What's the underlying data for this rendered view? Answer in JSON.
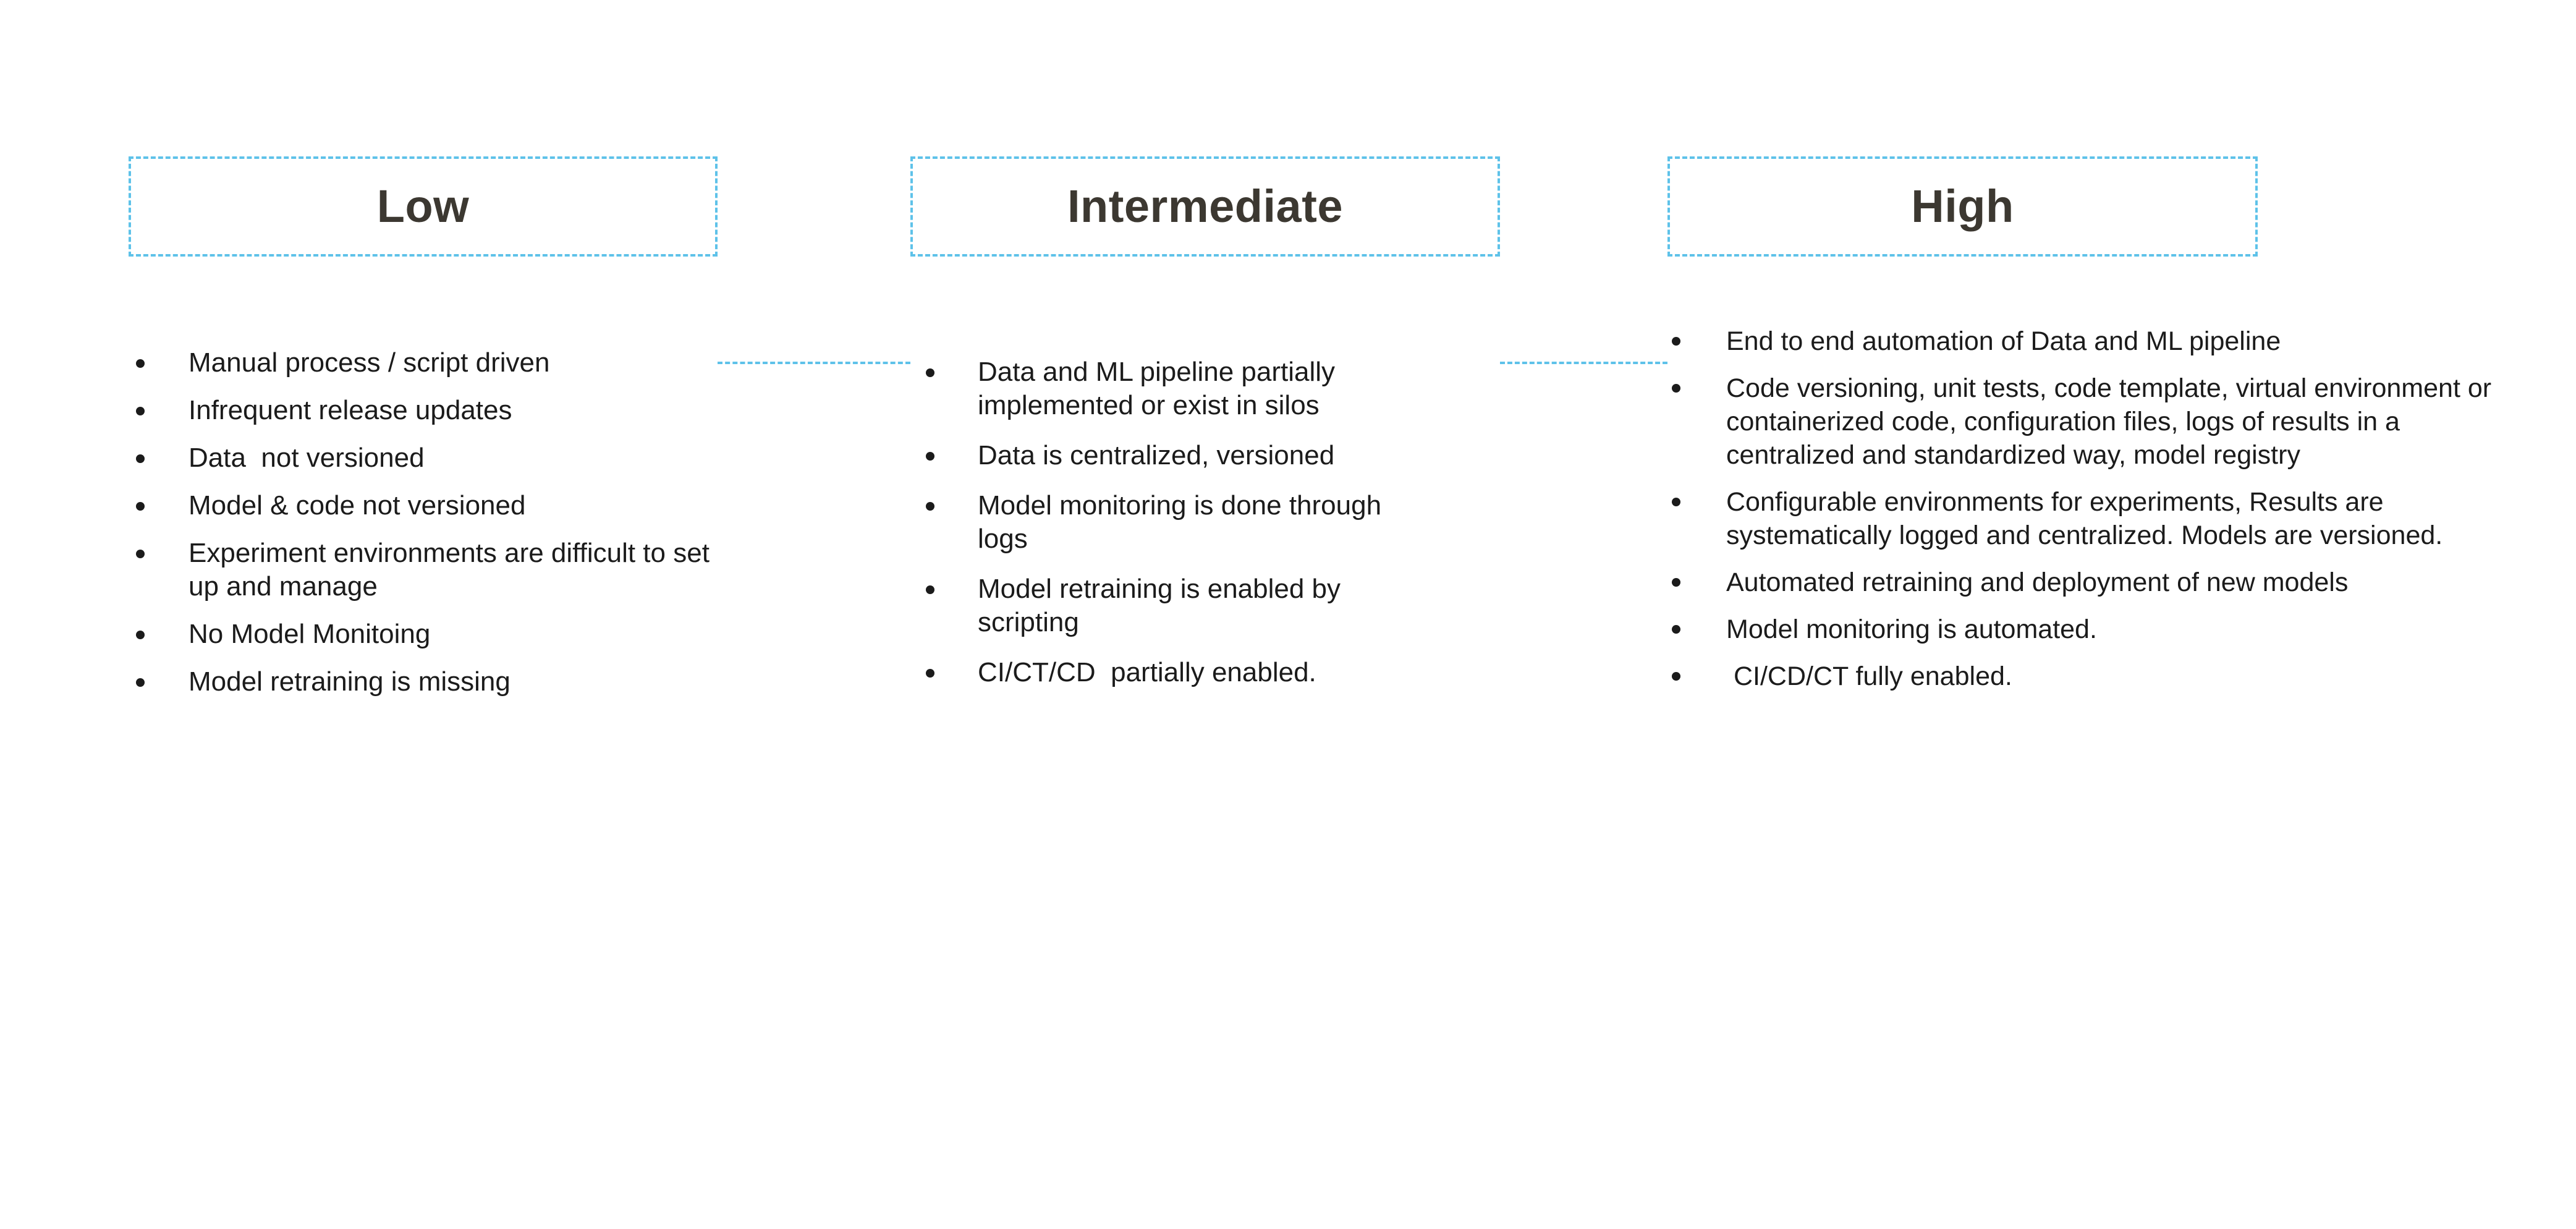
{
  "slide": {
    "background_color": "#FFFFFF",
    "accent_color": "#5EC2E9",
    "title_color": "#3C3831",
    "body_color": "#1B1B1B"
  },
  "stages": [
    {
      "id": "low",
      "title": "Low",
      "bullets": [
        "Manual process / script driven",
        "Infrequent release updates",
        "Data  not versioned",
        "Model & code not versioned",
        "Experiment environments are difficult to set up and manage",
        "No Model Monitoing",
        "Model retraining is missing"
      ]
    },
    {
      "id": "intermediate",
      "title": "Intermediate",
      "bullets": [
        "Data and ML pipeline partially implemented or exist in silos",
        "Data is centralized, versioned",
        "Model monitoring is done through logs",
        "Model retraining is enabled by scripting",
        "CI/CT/CD  partially enabled."
      ]
    },
    {
      "id": "high",
      "title": "High",
      "bullets": [
        "End to end automation of Data and ML pipeline",
        "Code versioning, unit tests, code template, virtual environment or containerized code, configuration files, logs of results in a centralized and standardized way, model registry",
        "Configurable environments for experiments, Results are systematically logged and centralized. Models are versioned.",
        "Automated retraining and deployment of new models",
        "Model monitoring is automated.",
        " CI/CD/CT fully enabled."
      ]
    }
  ]
}
